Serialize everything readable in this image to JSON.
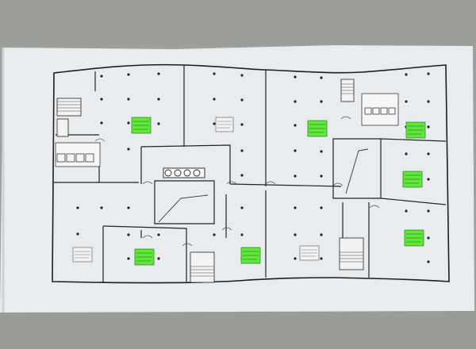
{
  "page": {
    "background": "#9ea09b",
    "sheet_color": "#e8ebee",
    "line_color": "#2a2a2a",
    "highlight_color": "#5ee83a"
  },
  "units": [
    {
      "id": "unit-green-1",
      "lines": [
        "",
        "",
        ""
      ]
    },
    {
      "id": "unit-green-2",
      "lines": [
        "",
        "",
        ""
      ]
    },
    {
      "id": "unit-green-3",
      "lines": [
        "",
        "",
        ""
      ]
    },
    {
      "id": "unit-green-4",
      "lines": [
        "",
        "",
        ""
      ]
    },
    {
      "id": "unit-green-5",
      "lines": [
        "",
        "",
        ""
      ]
    },
    {
      "id": "unit-green-6",
      "lines": [
        "",
        "",
        ""
      ]
    },
    {
      "id": "unit-green-7",
      "lines": [
        "",
        "",
        ""
      ]
    }
  ],
  "icons": [
    "stair-icon",
    "elevator-icon",
    "toilet-icon",
    "column-icon"
  ]
}
